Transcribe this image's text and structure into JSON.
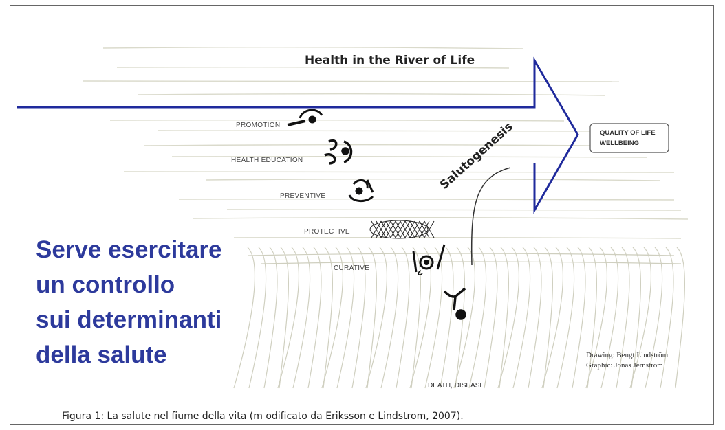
{
  "title": "Health in the River of Life",
  "target": "QUALITY OF LIFE\nWELLBEING",
  "target_lines": [
    "QUALITY OF LIFE",
    "WELLBEING"
  ],
  "curve_label": "Salutogenesis",
  "levels": [
    {
      "label": "PROMOTION",
      "icon": "swimmer-icon"
    },
    {
      "label": "HEALTH EDUCATION",
      "icon": "swimmer-icon"
    },
    {
      "label": "PREVENTIVE",
      "icon": "swimmer-icon"
    },
    {
      "label": "PROTECTIVE",
      "icon": "net-icon"
    },
    {
      "label": "CURATIVE",
      "icon": "rescue-icon"
    }
  ],
  "bottom_label": "DEATH, DISEASE",
  "credits": [
    "Drawing: Bengt Lindström",
    "Graphic: Jonas Jernström"
  ],
  "overlay_text": [
    "Serve esercitare",
    "un controllo",
    "sui determinanti",
    "della salute"
  ],
  "caption": "Figura 1: La salute nel fiume della vita (m odificato da Eriksson e Lindstrom, 2007).",
  "colors": {
    "overlay": "#2d3a9c",
    "arrow": "#1f2a9c",
    "river_lines": "#d8d8c8"
  }
}
